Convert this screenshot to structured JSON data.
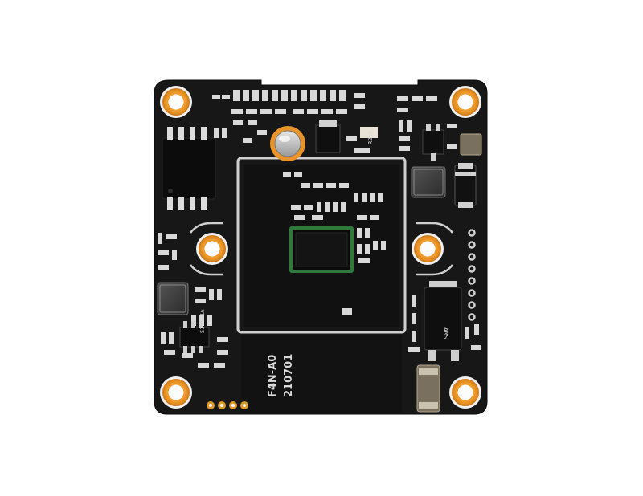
{
  "image": {
    "subject": "Camera module PCB board (top view)"
  },
  "silkscreen": {
    "board_version": "F4N-A0",
    "date_code": "210701",
    "inductor_code": "S1S0D1A",
    "chip_marking": "R200"
  },
  "colors": {
    "background": "#ffffff",
    "board": "#161616",
    "mounting_ring": "#e9972a",
    "sensor_chip": "#0b0b0b",
    "sensor_rim": "#2f7a3a"
  }
}
